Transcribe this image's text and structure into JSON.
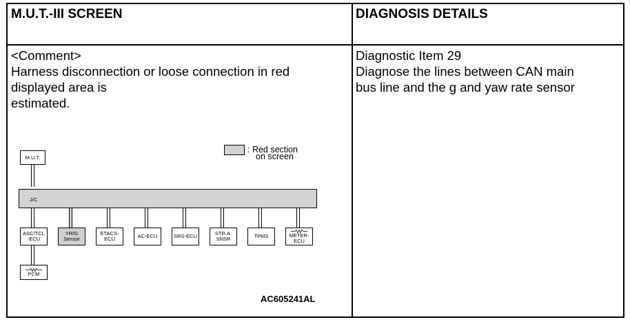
{
  "header": {
    "left_title": "M.U.T.-III SCREEN",
    "right_title": "DIAGNOSIS DETAILS"
  },
  "left": {
    "comment_label": "<Comment>",
    "comment_lines": [
      "Harness disconnection or loose connection in red",
      "displayed area is",
      "estimated."
    ]
  },
  "right": {
    "lines": [
      "Diagnostic Item 29",
      "Diagnose the lines between CAN main",
      "bus line and the g and yaw rate sensor"
    ]
  },
  "diagram": {
    "mut_label": "M.U.T.",
    "jc_label": "J/C",
    "legend": {
      "line1": ": Red section",
      "line2": "on screen"
    },
    "ecus": [
      {
        "line1": "ASC/TCL",
        "line2": "-ECU",
        "highlighted": false
      },
      {
        "line1": "YR/G",
        "line2": "Sensor",
        "highlighted": true
      },
      {
        "line1": "ETACS-",
        "line2": "ECU",
        "highlighted": false
      },
      {
        "line1": "AC-ECU",
        "line2": "",
        "highlighted": false
      },
      {
        "line1": "SRS-ECU",
        "line2": "",
        "highlighted": false
      },
      {
        "line1": "STR.A.",
        "line2": "SNSR",
        "highlighted": false
      },
      {
        "line1": "TPMS",
        "line2": "",
        "highlighted": false
      },
      {
        "line1": "METER-",
        "line2": "ECU",
        "highlighted": false
      }
    ],
    "pcm_label": "PCM",
    "figure_id": "AC605241AL"
  }
}
